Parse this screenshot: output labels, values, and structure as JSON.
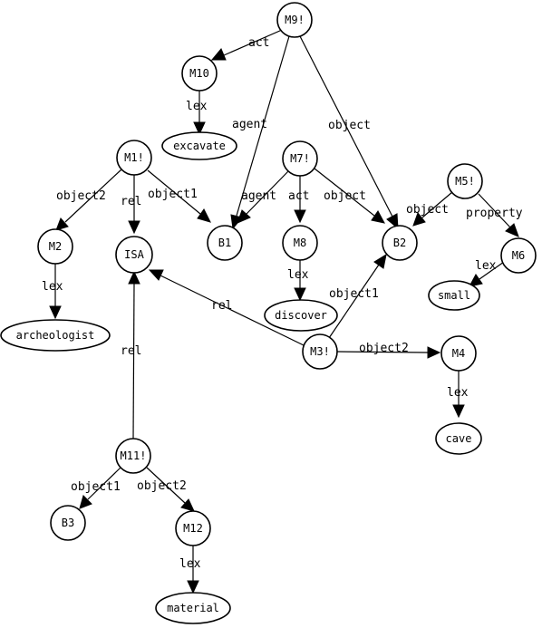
{
  "nodes": {
    "M9": "M9!",
    "M10": "M10",
    "excavate": "excavate",
    "M1": "M1!",
    "M7": "M7!",
    "M5": "M5!",
    "M2": "M2",
    "ISA": "ISA",
    "B1": "B1",
    "M8": "M8",
    "B2": "B2",
    "M6": "M6",
    "archeologist": "archeologist",
    "discover": "discover",
    "small": "small",
    "M3": "M3!",
    "M4": "M4",
    "cave": "cave",
    "M11": "M11!",
    "B3": "B3",
    "M12": "M12",
    "material": "material"
  },
  "edges": {
    "m9_m10": "act",
    "m9_b1": "agent",
    "m9_b2": "object",
    "m10_excavate": "lex",
    "m1_m2": "object2",
    "m1_isa": "rel",
    "m1_b1": "object1",
    "m7_b1": "agent",
    "m7_m8": "act",
    "m7_b2": "object",
    "m5_b2": "object",
    "m5_m6": "property",
    "m2_arch": "lex",
    "m8_discover": "lex",
    "m6_small": "lex",
    "m3_isa": "rel",
    "m3_b2": "object1",
    "m3_m4": "object2",
    "m4_cave": "lex",
    "m11_isa": "rel",
    "m11_b3": "object1",
    "m11_m12": "object2",
    "m12_material": "lex"
  }
}
